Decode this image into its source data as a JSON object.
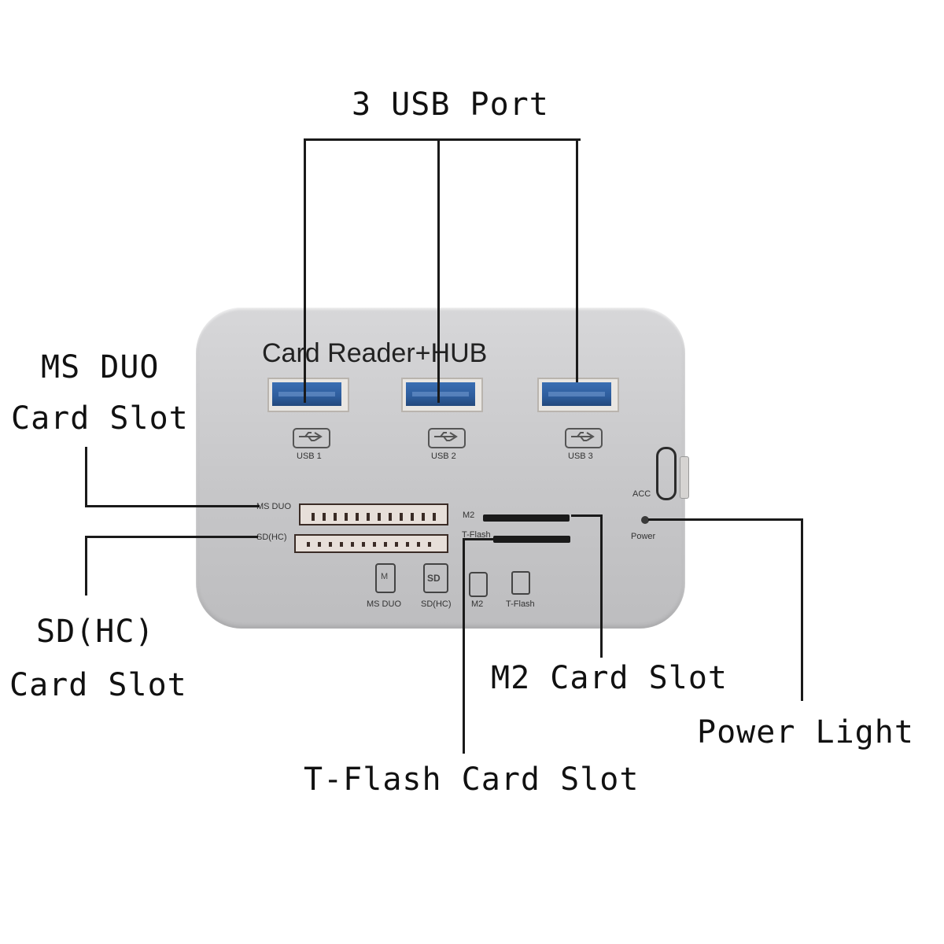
{
  "callouts": {
    "usb_port": "3 USB Port",
    "ms_duo_line1": "MS DUO",
    "ms_duo_line2": "Card Slot",
    "sd_line1": "SD(HC)",
    "sd_line2": "Card Slot",
    "m2": "M2 Card Slot",
    "power_light": "Power Light",
    "tflash": "T-Flash Card Slot"
  },
  "device": {
    "title": "Card Reader+HUB",
    "usb_labels": [
      "USB 1",
      "USB 2",
      "USB 3"
    ],
    "acc_label": "ACC",
    "power_label": "Power",
    "slot_labels": {
      "ms_duo": "MS DUO",
      "sd_hc": "SD(HC)",
      "m2": "M2",
      "tflash": "T-Flash"
    },
    "icon_labels": [
      "MS DUO",
      "SD(HC)",
      "M2",
      "T-Flash"
    ],
    "icon_glyphs": {
      "ms": "M",
      "sd": "SD"
    }
  },
  "colors": {
    "usb_blue": "#2e5d9c",
    "device_body": "#c9c9cb",
    "line": "#1a1a1a"
  }
}
